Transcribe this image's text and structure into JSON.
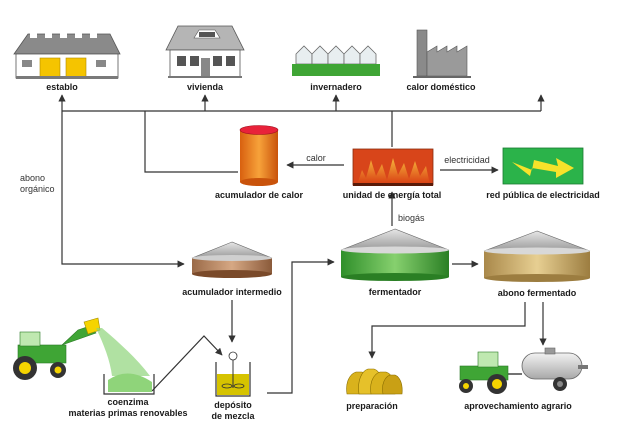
{
  "labels": {
    "establo": "establo",
    "vivienda": "vivienda",
    "invernadero": "invernadero",
    "calor_domestico": "calor doméstico",
    "acumulador_calor": "acumulador de calor",
    "unidad_energia": "unidad de energía total",
    "red_publica": "red pública de electricidad",
    "acumulador_intermedio": "acumulador intermedio",
    "fermentador": "fermentador",
    "abono_fermentado": "abono fermentado",
    "coenzima": "coenzima",
    "materias_primas": "materias primas renovables",
    "deposito_1": "depósito",
    "deposito_2": "de mezcla",
    "preparacion": "preparación",
    "aprovechamiento": "aprovechamiento agrario"
  },
  "flows": {
    "calor": "calor",
    "electricidad": "electricidad",
    "biogas": "biogás",
    "abono_1": "abono",
    "abono_2": "orgánico"
  },
  "colors": {
    "accent_orange": "#e8761c",
    "green_sign": "#2bb34a",
    "roof_gray": "#8a8a8a",
    "tank_green": "#4caf3e",
    "tank_tan": "#c9a96a",
    "tractor_green": "#3fa535"
  }
}
